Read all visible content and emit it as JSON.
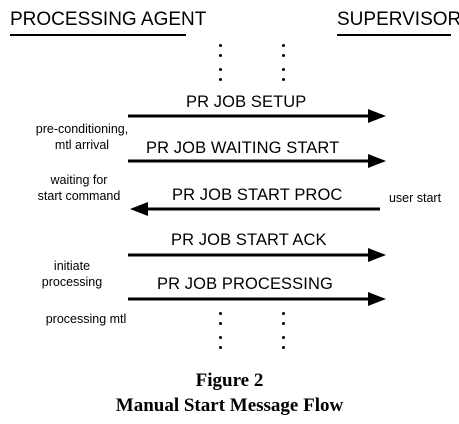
{
  "headers": {
    "left": "PROCESSING AGENT",
    "right": "SUPERVISOR"
  },
  "messages": [
    {
      "label": "PR JOB SETUP",
      "direction": "right"
    },
    {
      "label": "PR JOB WAITING START",
      "direction": "right"
    },
    {
      "label": "PR JOB START PROC",
      "direction": "left"
    },
    {
      "label": "PR JOB START ACK",
      "direction": "right"
    },
    {
      "label": "PR JOB PROCESSING",
      "direction": "right"
    }
  ],
  "notes": {
    "left": [
      {
        "lines": [
          "pre-conditioning,",
          "mtl arrival"
        ]
      },
      {
        "lines": [
          "waiting for",
          "start command"
        ]
      },
      {
        "lines": [
          "initiate",
          "processing"
        ]
      },
      {
        "lines": [
          "processing mtl"
        ]
      }
    ],
    "right": [
      {
        "lines": [
          "user start"
        ]
      }
    ]
  },
  "caption": {
    "figure": "Figure 2",
    "title": "Manual Start Message Flow"
  },
  "colors": {
    "ink": "#000000",
    "background": "#ffffff"
  }
}
